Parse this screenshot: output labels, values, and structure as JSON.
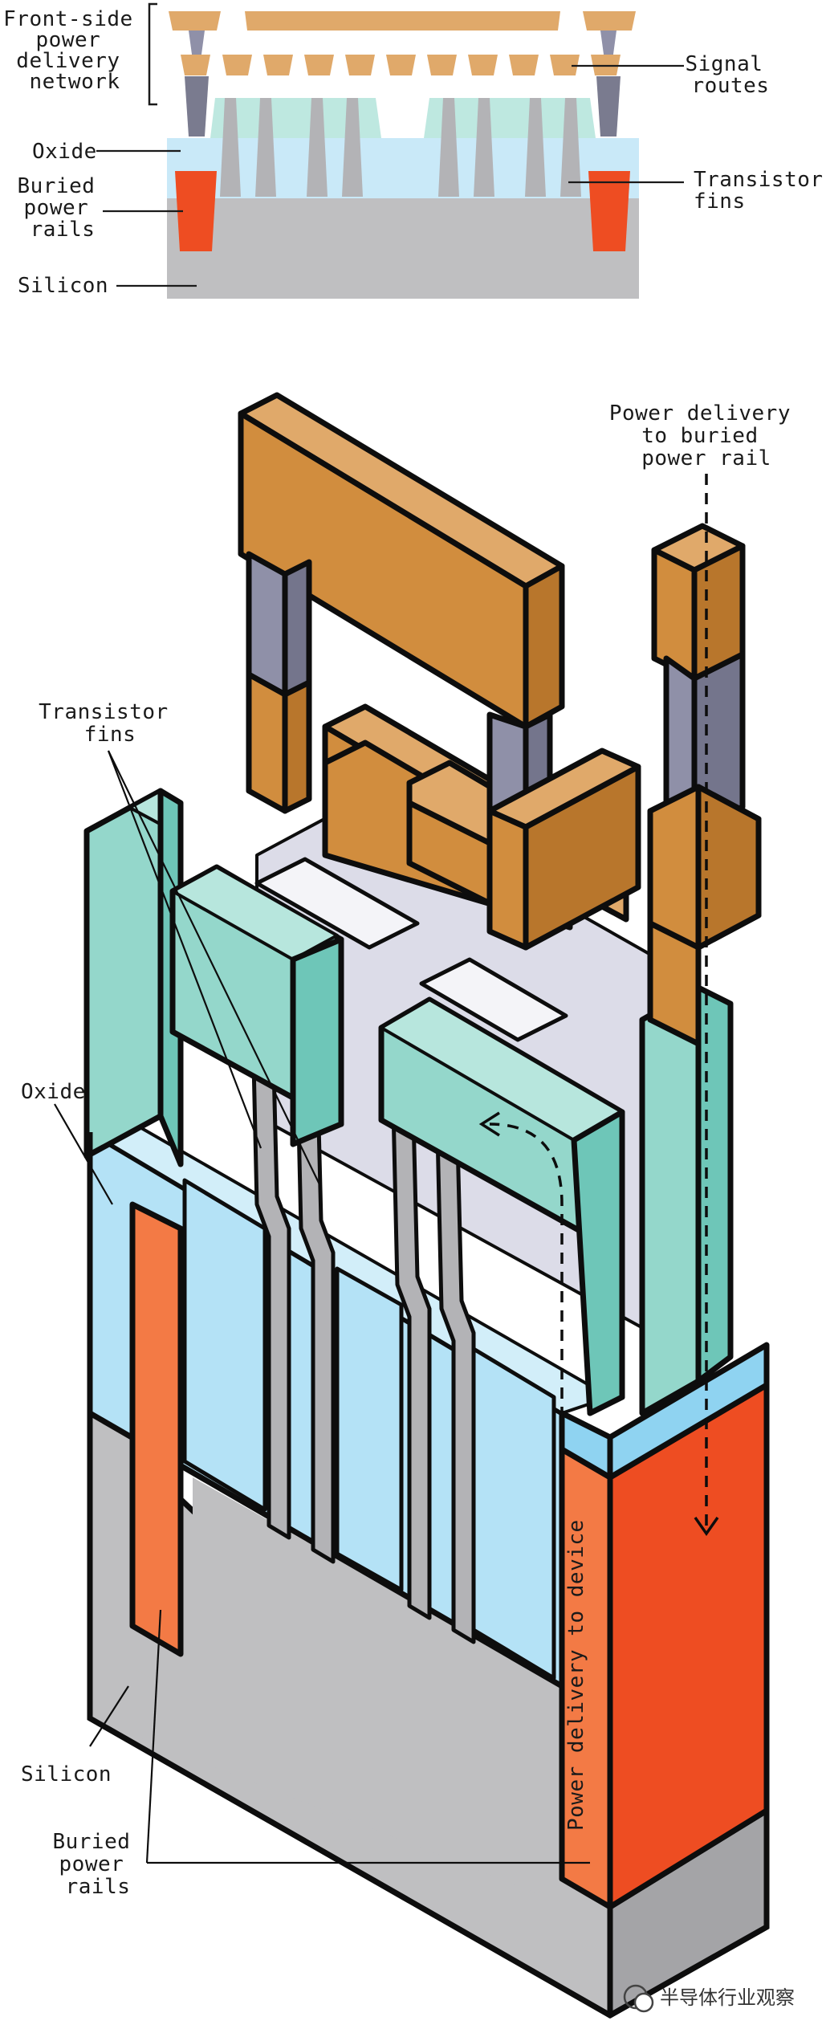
{
  "top_diagram": {
    "front_side_pdn_label": [
      "Front-side",
      "power",
      "delivery",
      "network"
    ],
    "signal_routes_label": [
      "Signal",
      "routes"
    ],
    "oxide_label": "Oxide",
    "transistor_fins_label": [
      "Transistor",
      "fins"
    ],
    "buried_power_rails_label": [
      "Buried",
      "power",
      "rails"
    ],
    "silicon_label": "Silicon"
  },
  "main_diagram": {
    "power_delivery_buried_label": [
      "Power delivery",
      "to buried",
      "power rail"
    ],
    "transistor_fins_label": [
      "Transistor",
      "fins"
    ],
    "oxide_label": "Oxide",
    "silicon_label": "Silicon",
    "buried_power_rails_label": [
      "Buried",
      "power",
      "rails"
    ],
    "power_delivery_device_label": "Power delivery to device"
  },
  "watermark": "半导体行业观察",
  "colors": {
    "metal_top": "#e0a96a",
    "metal_front": "#d18d3e",
    "metal_side": "#b8762c",
    "via": "#8f90a8",
    "fin_teal": "#94d7cb",
    "fin_teal_top": "#b7e6dd",
    "fin_teal_side": "#6ec6b8",
    "oxide": "#b4e2f6",
    "oxide_top": "#d2eef9",
    "rail": "#ee4d22",
    "rail_light": "#f37a45",
    "silicon": "#bfbfc1",
    "silicon_dark": "#a4a4a7",
    "gray_fin": "#b3b3b6",
    "lavender": "#dcdce8"
  }
}
